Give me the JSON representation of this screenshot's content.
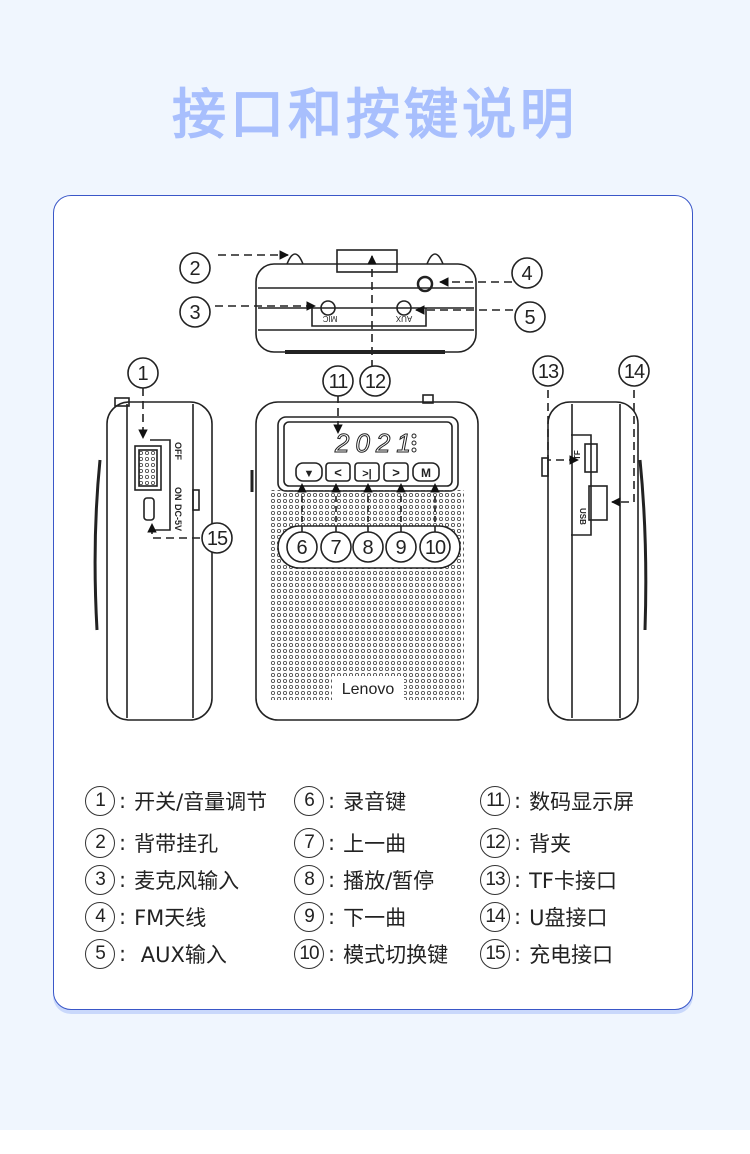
{
  "title": "接口和按键说明",
  "device": {
    "mic_label": "MIC",
    "aux_label": "AUX",
    "brand": "Lenovo",
    "display_digits": "2021",
    "mode_button": "M",
    "switch_off": "OFF",
    "switch_on": "ON",
    "dc_label": "DC-5V",
    "tf_label": "TF",
    "usb_label": "USB"
  },
  "callouts": [
    "1",
    "2",
    "3",
    "4",
    "5",
    "6",
    "7",
    "8",
    "9",
    "10",
    "11",
    "12",
    "13",
    "14",
    "15"
  ],
  "legend": [
    {
      "num": "1",
      "sep": ":",
      "label": "开关/音量调节"
    },
    {
      "num": "2",
      "sep": ":",
      "label": "背带挂孔"
    },
    {
      "num": "3",
      "sep": ":",
      "label": "麦克风输入"
    },
    {
      "num": "4",
      "sep": ":",
      "label": "FM天线"
    },
    {
      "num": "5",
      "sep": ":",
      "label": " AUX输入"
    },
    {
      "num": "6",
      "sep": ":",
      "label": "录音键"
    },
    {
      "num": "7",
      "sep": ":",
      "label": "上一曲"
    },
    {
      "num": "8",
      "sep": ":",
      "label": "播放/暂停"
    },
    {
      "num": "9",
      "sep": ":",
      "label": "下一曲"
    },
    {
      "num": "10",
      "sep": ":",
      "label": "模式切换键"
    },
    {
      "num": "11",
      "sep": ":",
      "label": "数码显示屏"
    },
    {
      "num": "12",
      "sep": ":",
      "label": "背夹"
    },
    {
      "num": "13",
      "sep": ":",
      "label": "TF卡接口"
    },
    {
      "num": "14",
      "sep": ":",
      "label": "U盘接口"
    },
    {
      "num": "15",
      "sep": ":",
      "label": "充电接口"
    }
  ]
}
